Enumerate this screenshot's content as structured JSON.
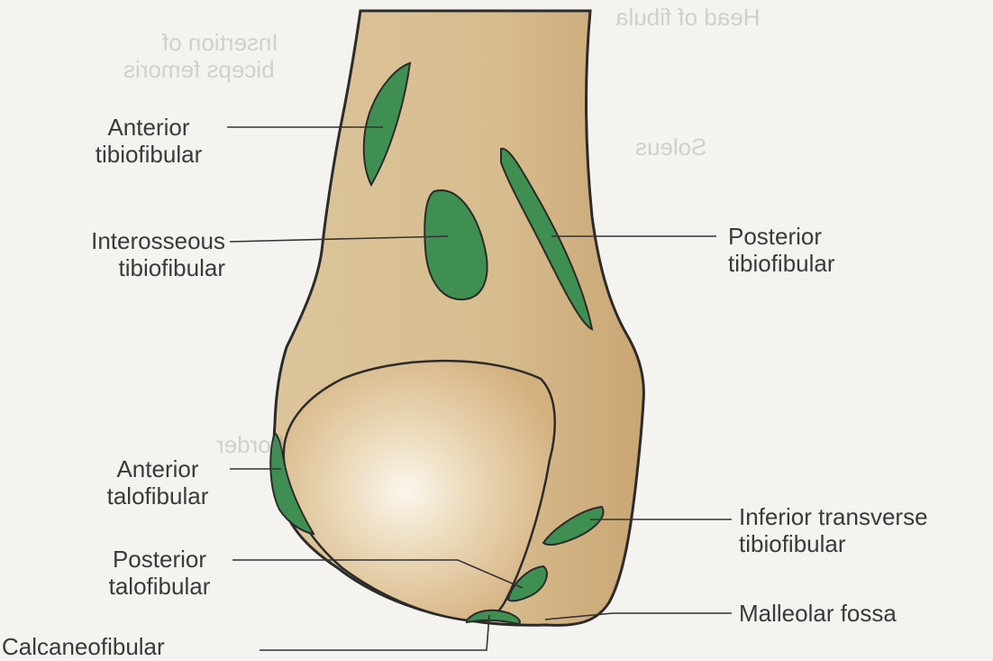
{
  "labels": {
    "anterior_tibiofibular": [
      "Anterior",
      "tibiofibular"
    ],
    "interosseous_tibiofibular": [
      "Interosseous",
      "tibiofibular"
    ],
    "posterior_tibiofibular": [
      "Posterior",
      "tibiofibular"
    ],
    "anterior_talofibular": [
      "Anterior",
      "talofibular"
    ],
    "posterior_talofibular": [
      "Posterior",
      "talofibular"
    ],
    "calcaneofibular": "Calcaneofibular",
    "inferior_transverse_tibiofibular": [
      "Inferior transverse",
      "tibiofibular"
    ],
    "malleolar_fossa": "Malleolar fossa"
  },
  "bleed_through": {
    "head_of_fibula": "Head of fibula",
    "insertion_of": "Insertion of",
    "biceps_femoris": "biceps femoris",
    "soleus": "Soleus",
    "border": "border"
  },
  "colors": {
    "bone": "#d9bf91",
    "bone_shadow": "#c9a06a",
    "ligament": "#3f8f52",
    "outline": "#2b2b2b",
    "leader": "#333333"
  }
}
